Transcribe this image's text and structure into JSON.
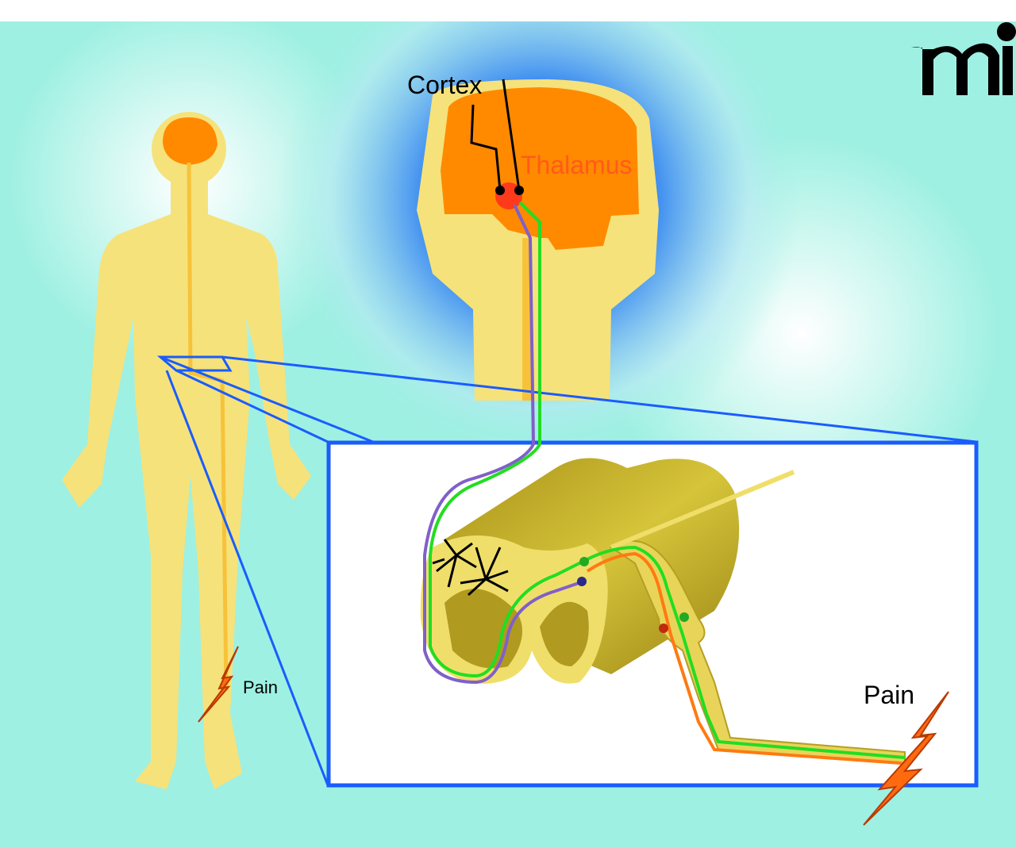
{
  "labels": {
    "cortex": "Cortex",
    "thalamus": "Thalamus",
    "pain_small": "Pain",
    "pain_large": "Pain"
  },
  "logo": {
    "text": "mi"
  },
  "colors": {
    "background": "#9ef0e2",
    "body": "#f6e27a",
    "brain": "#ff8a00",
    "thalamus": "#ff3a1a",
    "frame": "#1a5cff",
    "spinal_cord": "#c9b52e",
    "pathway_green": "#22dd22",
    "pathway_purple": "#8060c8",
    "pathway_orange": "#ff7a10"
  }
}
